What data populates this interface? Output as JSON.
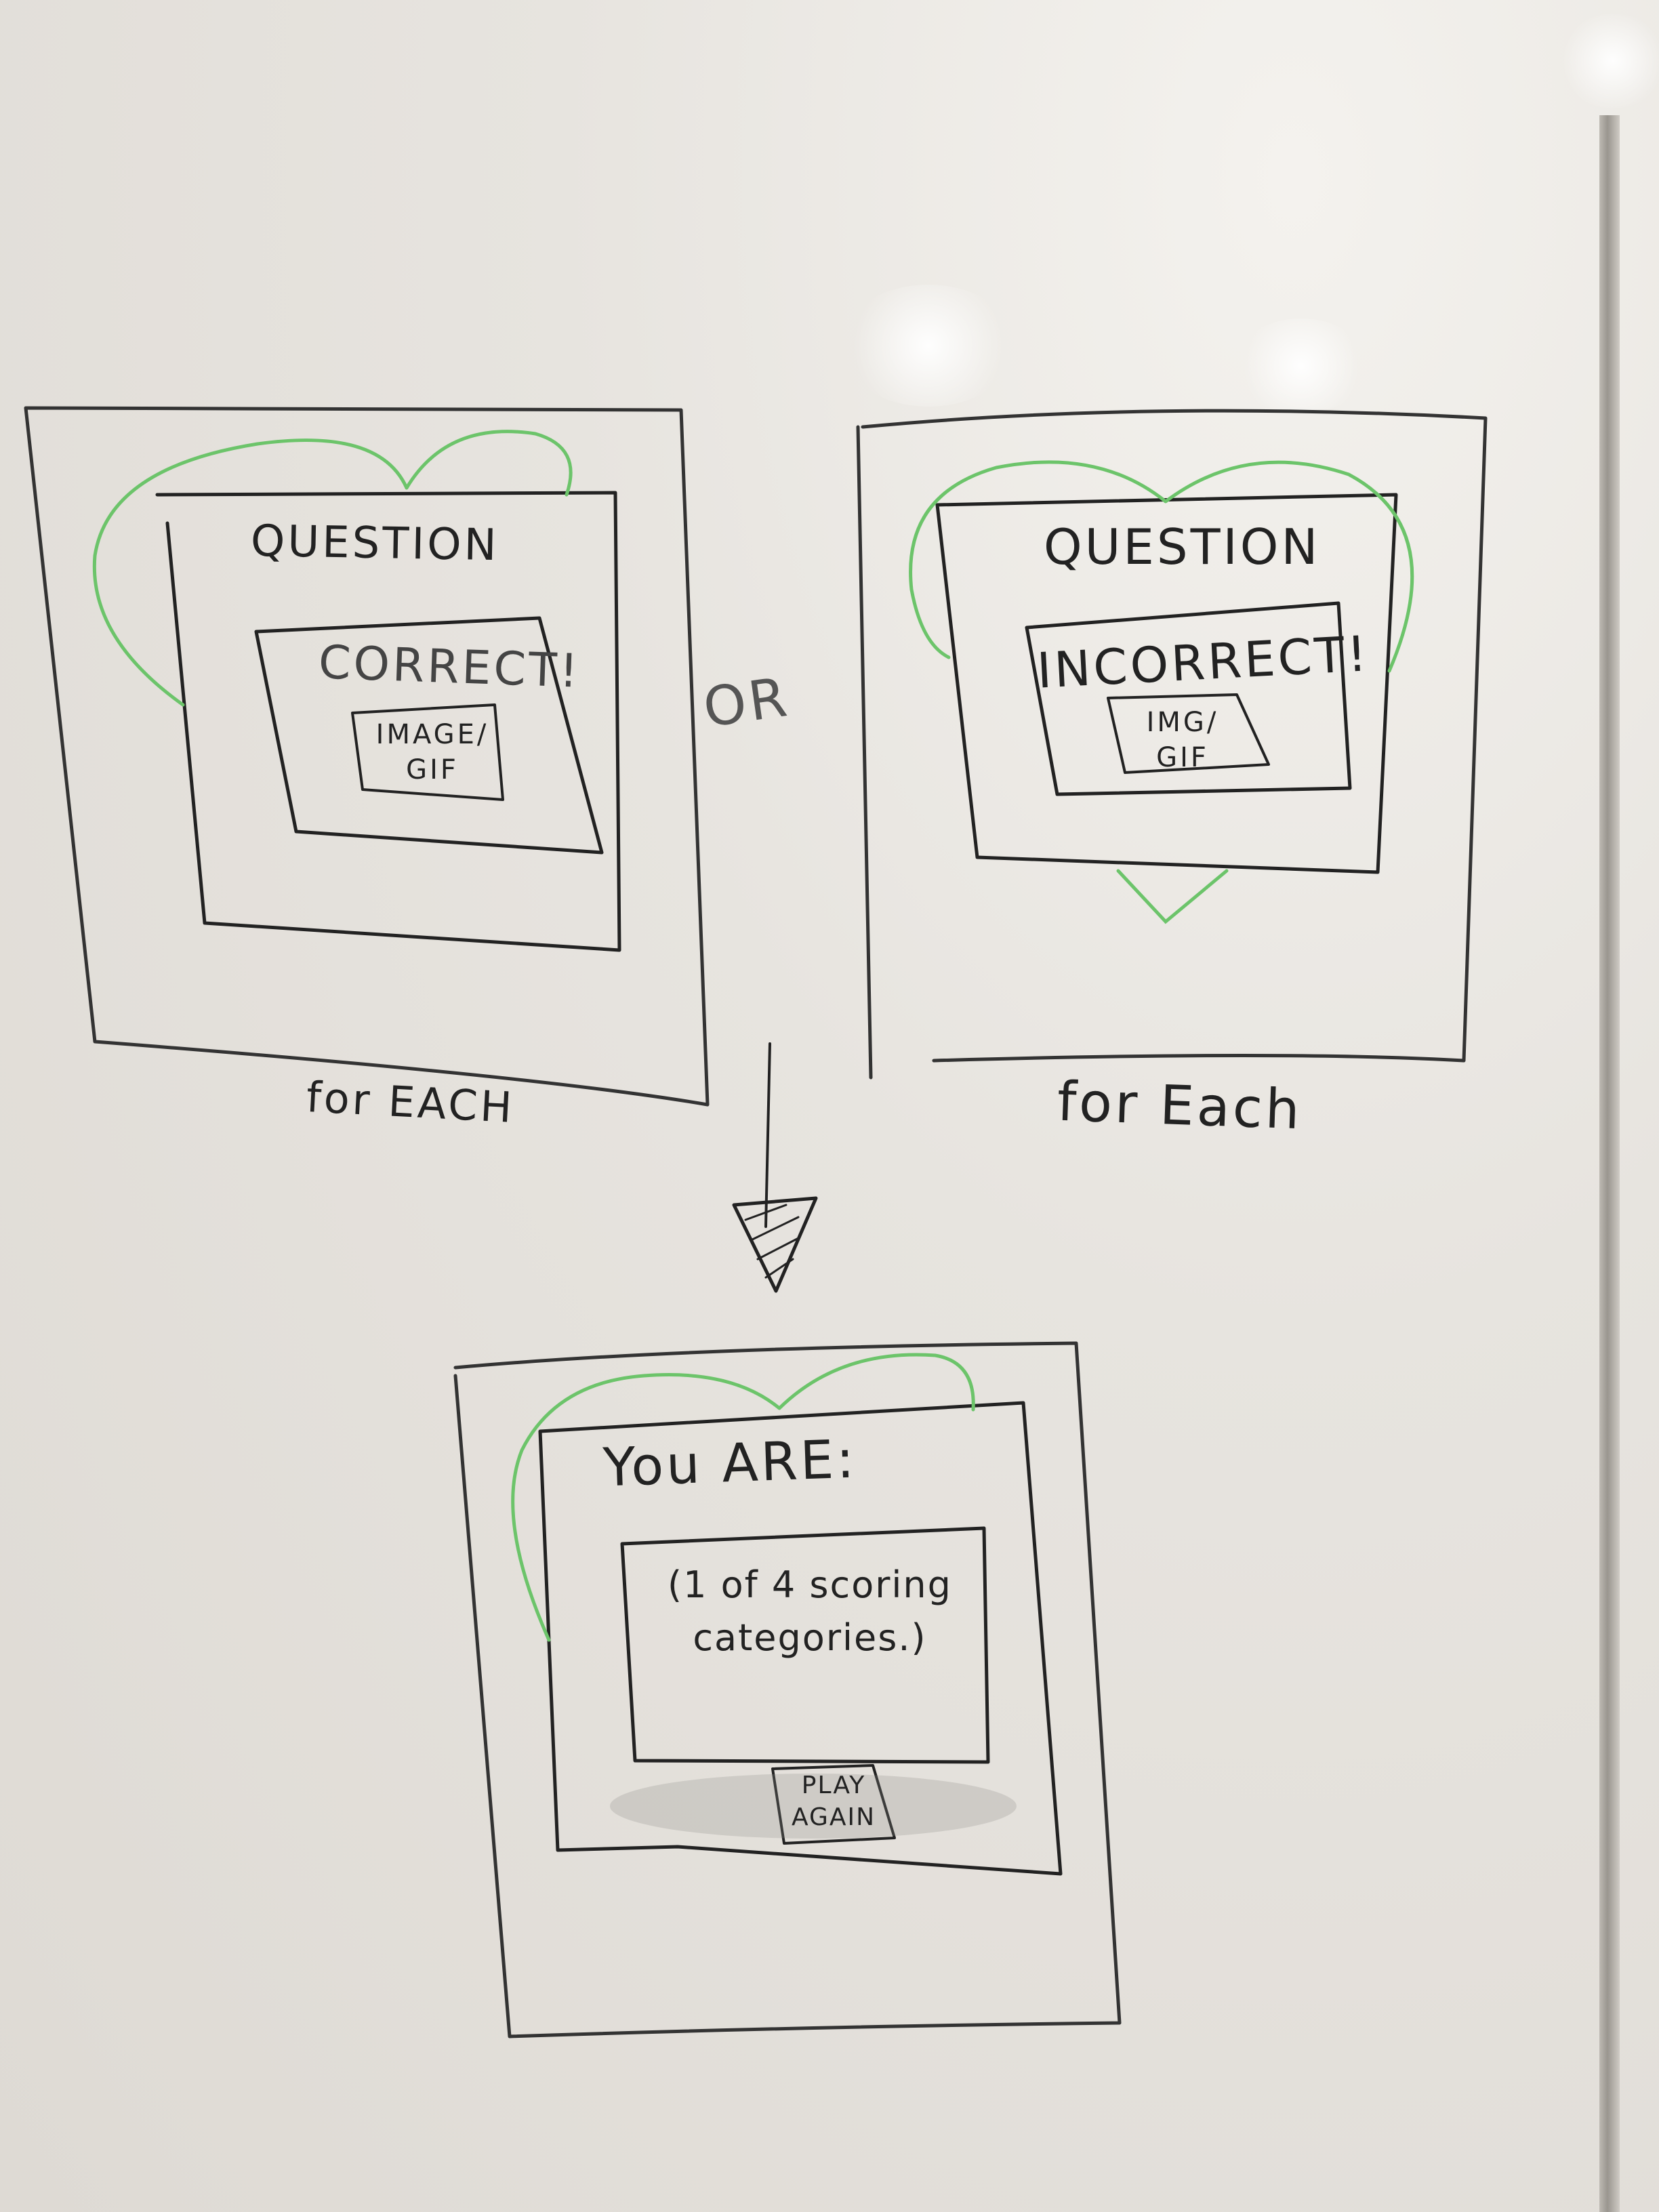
{
  "screens": {
    "correct": {
      "title": "QUESTION",
      "feedback": "CORRECT!",
      "media_line1": "IMAGE/",
      "media_line2": "GIF",
      "caption": "for EACH"
    },
    "incorrect": {
      "title": "QUESTION",
      "feedback": "INCORRECT!",
      "media_line1": "IMG/",
      "media_line2": "GIF",
      "caption": "for Each"
    },
    "result": {
      "heading": "You ARE:",
      "body_line1": "(1 of 4 scoring",
      "body_line2": "categories.)",
      "button_line1": "PLAY",
      "button_line2": "AGAIN"
    }
  },
  "connector_label": "OR",
  "colors": {
    "ink": "#222222",
    "green_marker": "#6cc46a",
    "board": "#e6e3de"
  }
}
